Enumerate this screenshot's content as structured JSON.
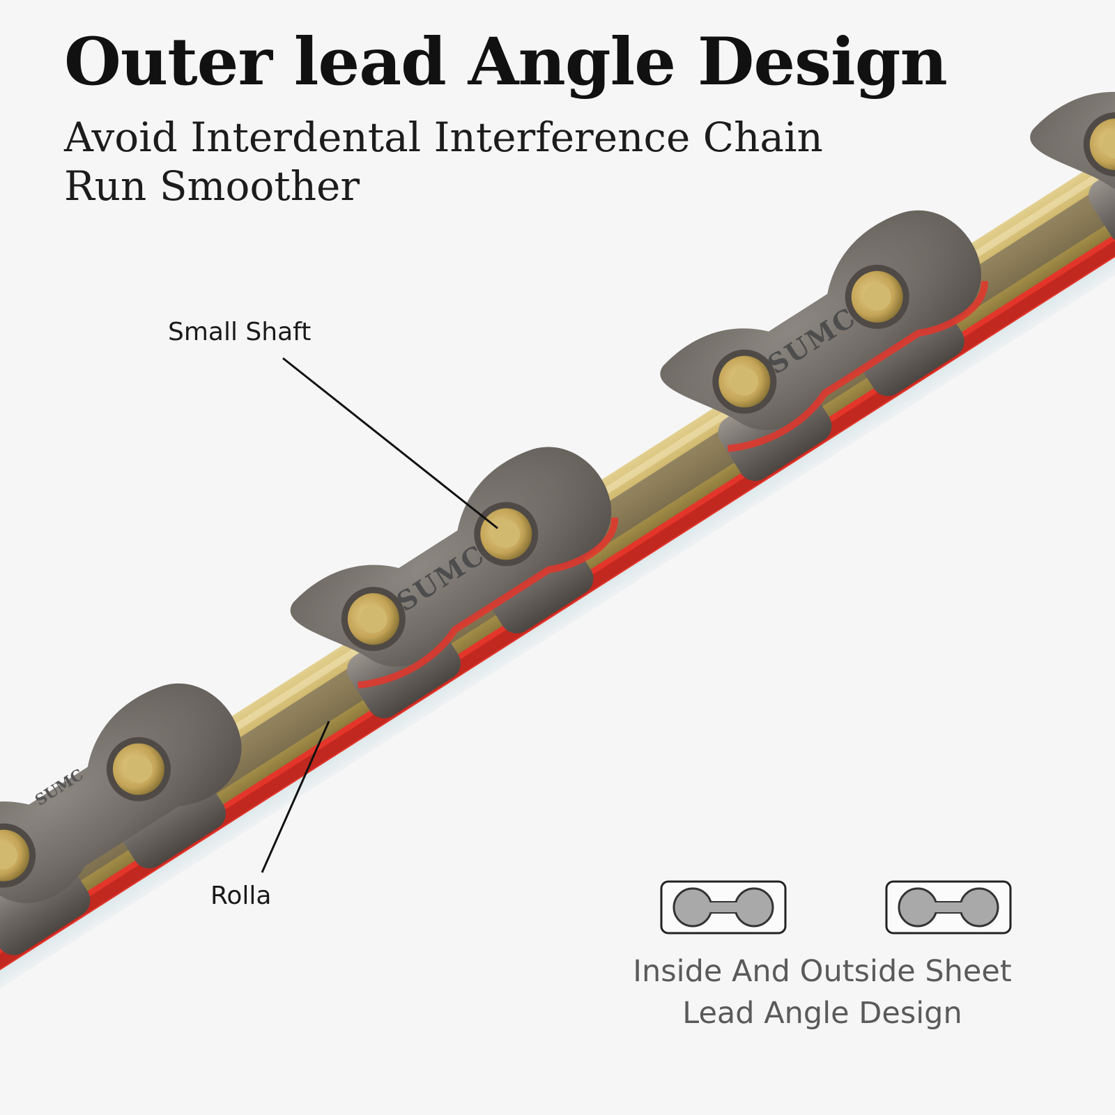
{
  "heading": {
    "title": "Outer lead Angle Design",
    "subtitle_line1": "Avoid Interdental Interference Chain",
    "subtitle_line2": "Run Smoother"
  },
  "callouts": {
    "small_shaft": "Small Shaft",
    "roller": "Rolla"
  },
  "chain": {
    "brand_mark": "SUMC",
    "colors": {
      "outer_plate": "#77716c",
      "inner_plate_gold": "#cdb56a",
      "inner_plate_red": "#e4352a",
      "pin_brass": "#c9ab5e"
    }
  },
  "diagram": {
    "caption_line1": "Inside And Outside Sheet",
    "caption_line2": "Lead Angle Design"
  },
  "icons": [
    "chain-link-icon",
    "chain-link-icon"
  ]
}
